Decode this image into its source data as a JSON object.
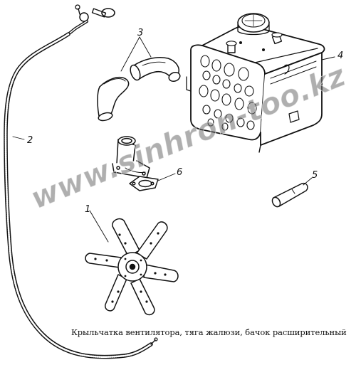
{
  "callouts": {
    "fan": "1",
    "rod": "2",
    "hoses": "3",
    "tank": "4",
    "plug": "5",
    "gasket": "6"
  },
  "caption": "Крыльчатка вентилятора, тяга жалюзи, бачок расширительный",
  "watermark": "www.sinhron-too.kz"
}
